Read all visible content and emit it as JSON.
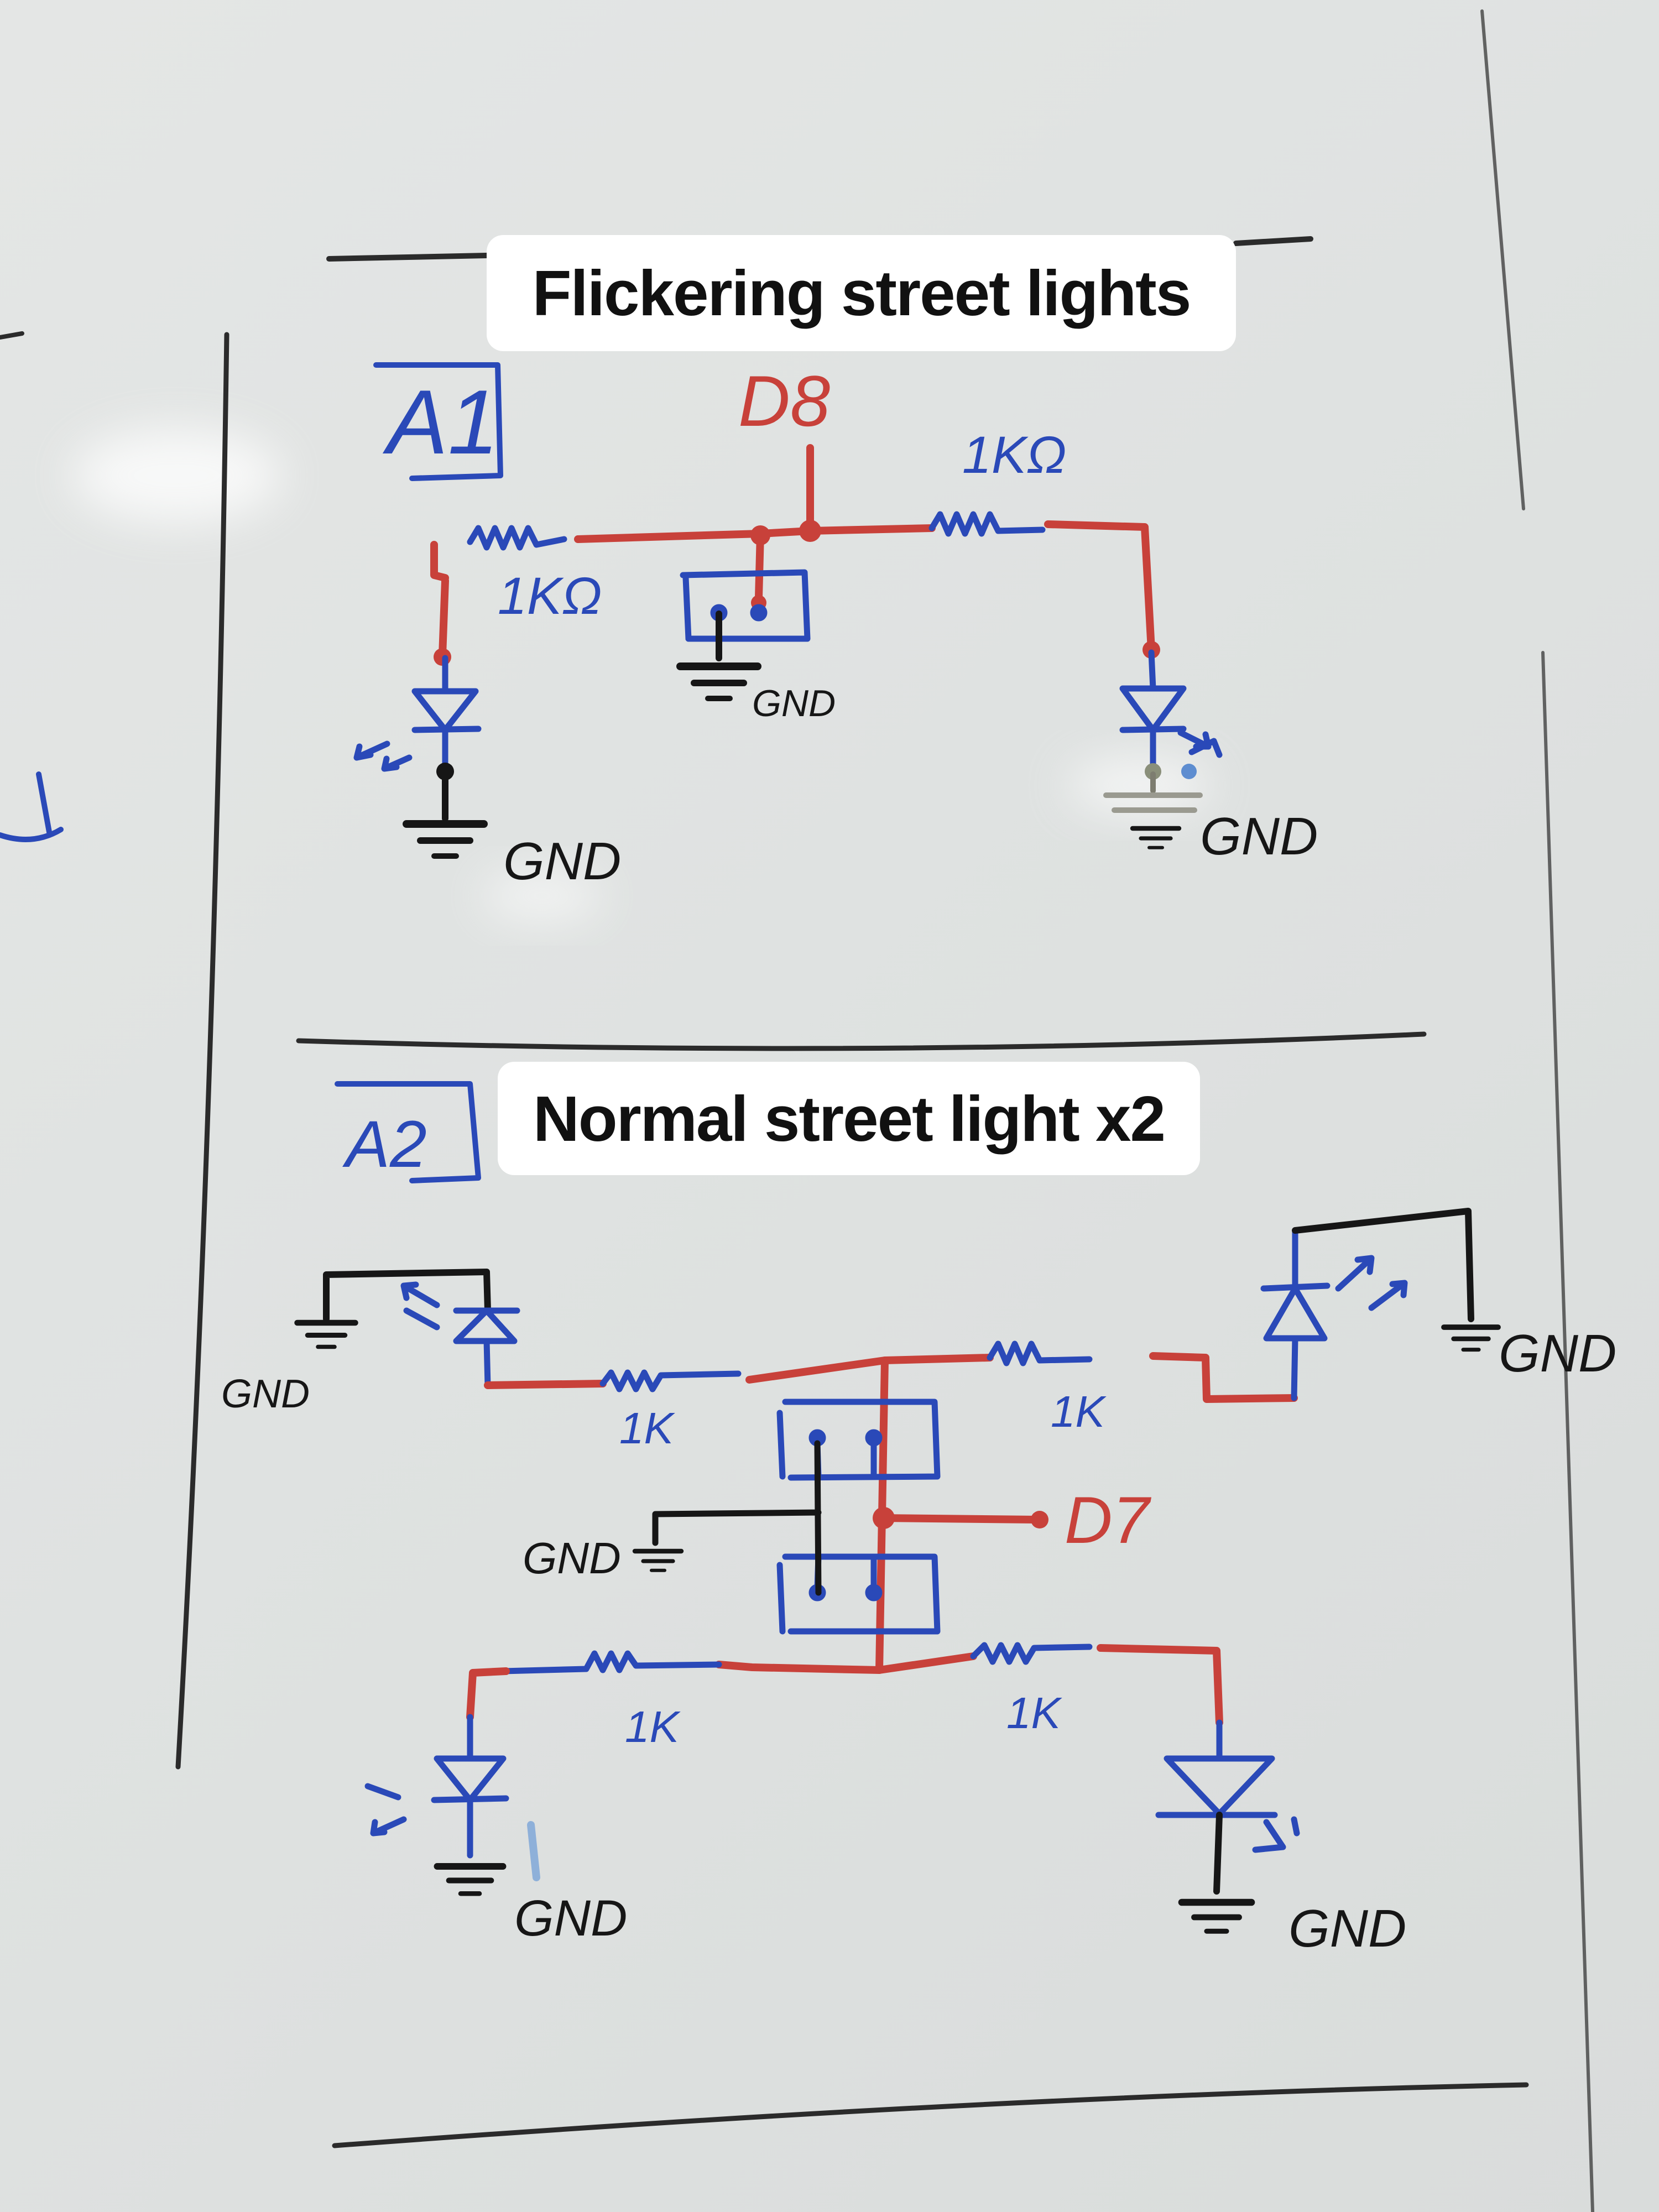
{
  "titles": {
    "a1": "Flickering street lights",
    "a2": "Normal street light x2"
  },
  "labels": {
    "a1_box": "A1",
    "a2_box": "A2",
    "pin_d8": "D8",
    "pin_d7": "D7",
    "r_a1_left": "1KΩ",
    "r_a1_right": "1KΩ",
    "r_a2_tl": "1K",
    "r_a2_tr": "1K",
    "r_a2_bl": "1K",
    "r_a2_br": "1K",
    "gnd": "GND"
  },
  "colors": {
    "board": "#dfe2e1",
    "marker_blue": "#2a49b8",
    "marker_red": "#c8413a",
    "marker_black": "#161616",
    "caption_bg": "#ffffff"
  }
}
